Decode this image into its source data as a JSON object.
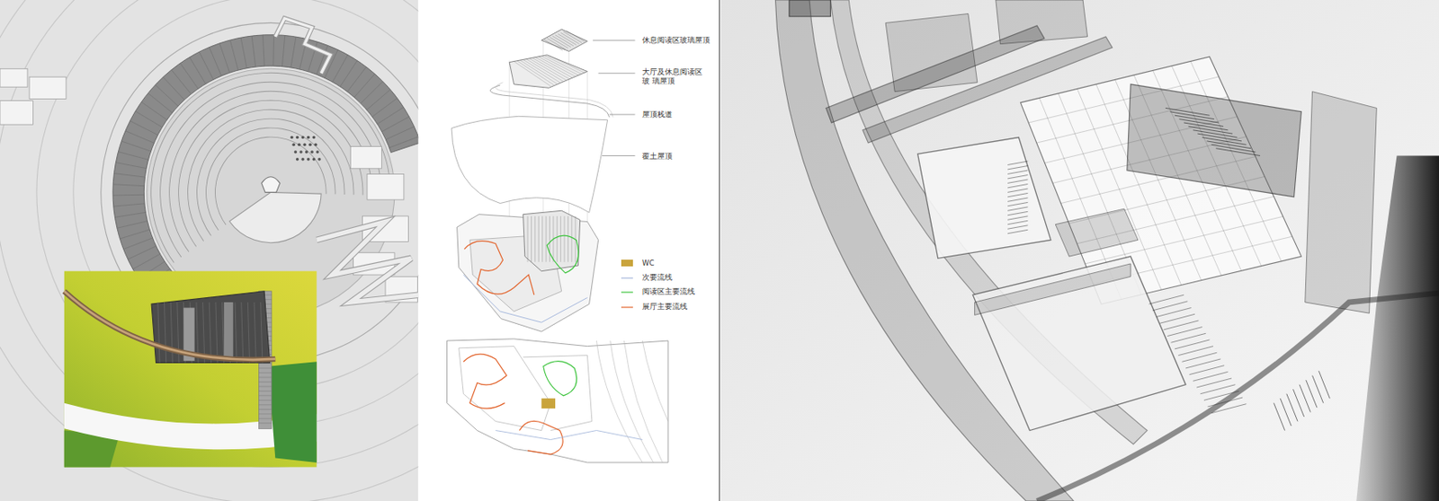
{
  "diagram": {
    "labels": [
      "休息阅读区玻璃屋顶",
      "大厅及休息阅读区玻 璃屋顶",
      "屋顶栈道",
      "覆土屋顶"
    ],
    "legend": [
      {
        "text": "WC",
        "color": "#c9a43c"
      },
      {
        "text": "次要流线"
      },
      {
        "text": "阅读区主要流线"
      },
      {
        "text": "展厅主要流线"
      }
    ]
  }
}
